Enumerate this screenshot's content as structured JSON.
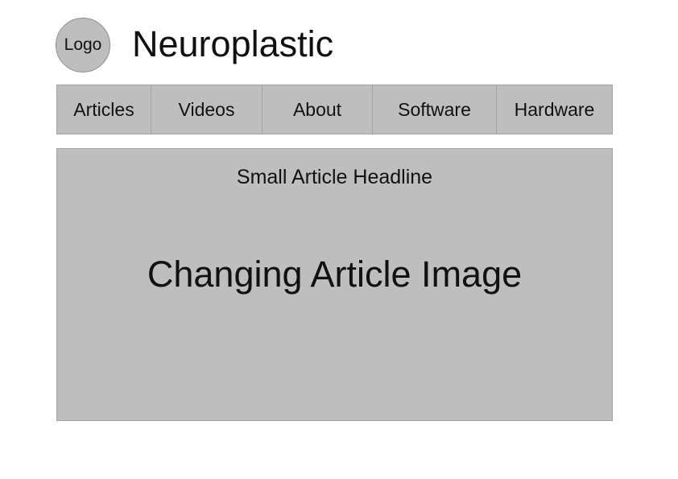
{
  "header": {
    "logo_text": "Logo",
    "site_title": "Neuroplastic"
  },
  "nav": {
    "items": [
      {
        "label": "Articles"
      },
      {
        "label": "Videos"
      },
      {
        "label": "About"
      },
      {
        "label": "Software"
      },
      {
        "label": "Hardware"
      }
    ]
  },
  "feature": {
    "headline": "Small Article Headline",
    "image_label": "Changing Article Image"
  },
  "colors": {
    "panel": "#bebebf",
    "border": "#a3a3a5",
    "text": "#111111",
    "background": "#ffffff"
  }
}
